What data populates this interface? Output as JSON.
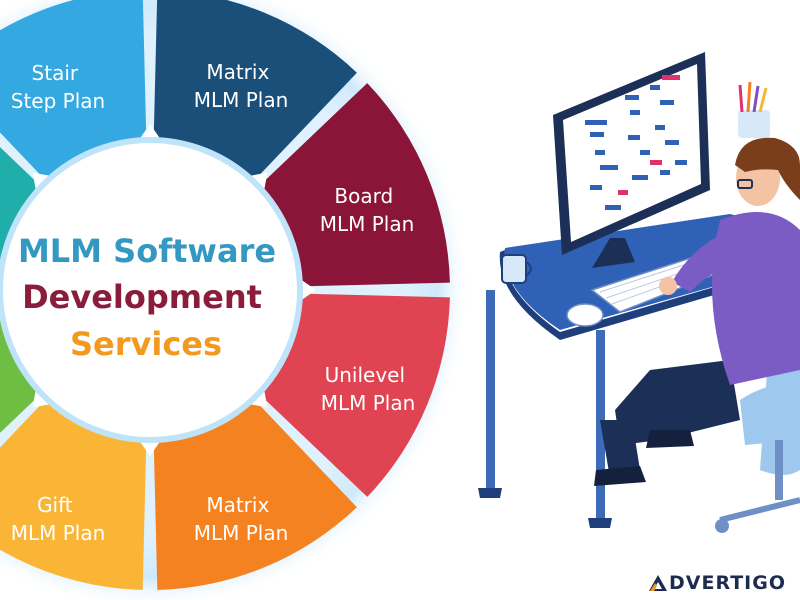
{
  "diagram": {
    "center": {
      "line1": "MLM Software",
      "line2": "Development",
      "line3": "Services"
    },
    "segments": [
      {
        "lines": [
          "Stair",
          "Step Plan"
        ]
      },
      {
        "lines": [
          "Matrix",
          "MLM Plan"
        ]
      },
      {
        "lines": [
          "Board",
          "MLM Plan"
        ]
      },
      {
        "lines": [
          "Unilevel",
          "MLM Plan"
        ]
      },
      {
        "lines": [
          "Matrix",
          "MLM Plan"
        ]
      },
      {
        "lines": [
          "Gift",
          "MLM Plan"
        ]
      }
    ]
  },
  "colors": {
    "center_line1": "#3399c3",
    "center_line2": "#8a1d3c",
    "center_line3": "#f29a1f",
    "seg_stair": "#34a9e1",
    "seg_matrix_top": "#1a4f7a",
    "seg_board": "#8b1538",
    "seg_unilevel": "#e04352",
    "seg_matrix_bottom": "#f58220",
    "seg_gift": "#fbb536",
    "seg_teal": "#1faea9",
    "seg_green": "#6ebe44",
    "glow": "#cfe9fb"
  },
  "illustration": {
    "name": "developer-at-desk"
  },
  "watermark": {
    "text": "DVERTIGO",
    "icon": "triangle-a-logo-icon"
  }
}
